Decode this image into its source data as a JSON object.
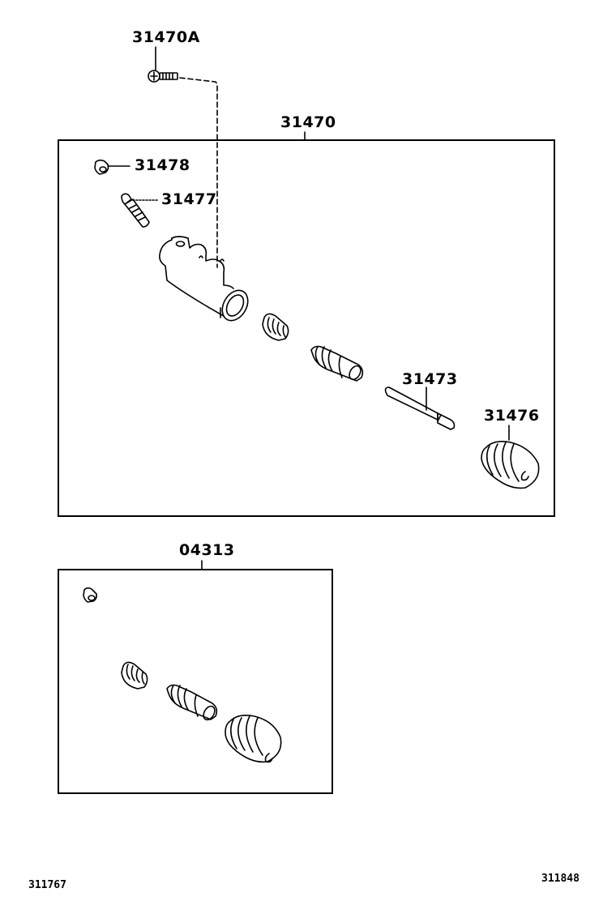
{
  "diagram": {
    "type": "exploded parts diagram",
    "subject": "clutch release cylinder assembly",
    "line_color": "#000000",
    "background_color": "#ffffff"
  },
  "labels": {
    "bolt": "31470A",
    "assembly": "31470",
    "bleeder_cap": "31478",
    "bleeder_plug": "31477",
    "push_rod": "31473",
    "boot": "31476",
    "kit": "04313"
  },
  "footer": {
    "left_code": "311767",
    "right_code": "311848"
  }
}
